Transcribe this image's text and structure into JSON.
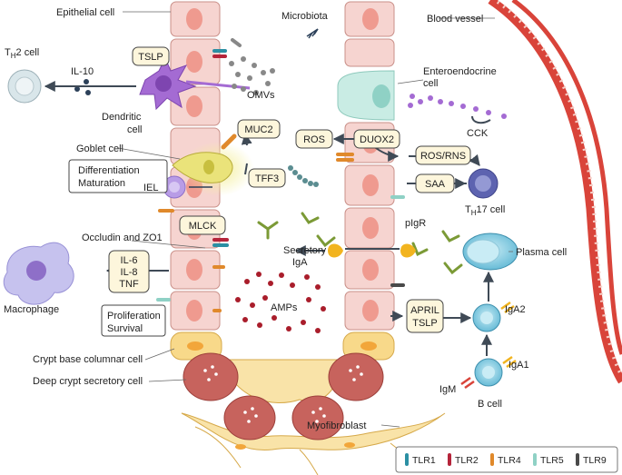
{
  "labels": {
    "epithelial_cell": "Epithelial cell",
    "microbiota": "Microbiota",
    "blood_vessel": "Blood vessel",
    "th2_cell_prefix": "T",
    "th2_cell_sub": "H",
    "th2_cell_suffix": "2 cell",
    "il10": "IL-10",
    "tslp": "TSLP",
    "omvs": "OMVs",
    "dendritic_cell_line1": "Dendritic",
    "dendritic_cell_line2": "cell",
    "enteroendocrine_line1": "Enteroendocrine",
    "enteroendocrine_line2": "cell",
    "cck": "CCK",
    "muc2": "MUC2",
    "goblet_cell": "Goblet cell",
    "ros": "ROS",
    "duox2": "DUOX2",
    "differentiation": "Differentiation",
    "maturation": "Maturation",
    "tff3": "TFF3",
    "ros_rns": "ROS/RNS",
    "saa": "SAA",
    "iel": "IEL",
    "th17_prefix": "T",
    "th17_sub": "H",
    "th17_suffix": "17 cell",
    "mlck": "MLCK",
    "pigr": "pIgR",
    "occludin_zo1": "Occludin and ZO1",
    "secretory_iga_line1": "Secretory",
    "secretory_iga_line2": "IgA",
    "plasma_cell": "Plasma cell",
    "il6": "IL-6",
    "il8": "IL-8",
    "tnf": "TNF",
    "macrophage": "Macrophage",
    "amps": "AMPs",
    "april": "APRIL",
    "tslp2": "TSLP",
    "iga2": "IgA2",
    "proliferation": "Proliferation",
    "survival": "Survival",
    "crypt_base_columnar": "Crypt base columnar cell",
    "iga1": "IgA1",
    "deep_crypt_secretory": "Deep crypt secretory cell",
    "igm": "IgM",
    "b_cell": "B cell",
    "myofibroblast": "Myofibroblast"
  },
  "legend": [
    {
      "label": "TLR1",
      "color": "#2b8fa3"
    },
    {
      "label": "TLR2",
      "color": "#b5243a"
    },
    {
      "label": "TLR4",
      "color": "#e0892b"
    },
    {
      "label": "TLR5",
      "color": "#8fd1c5"
    },
    {
      "label": "TLR9",
      "color": "#4a4a4a"
    }
  ],
  "colors": {
    "epithelium": "#f6d4d0",
    "epithelium_stroke": "#c98f88",
    "nucleus": "#ef9a8f",
    "crypt_base": "#f8d98a",
    "deep_crypt": "#c7635d",
    "myofibroblast": "#f9e3a8",
    "blood_vessel": "#d9443a",
    "immune_cell": "#6fc1d9",
    "arrow": "#3f4a56",
    "label_box": "#fdf6dc"
  }
}
